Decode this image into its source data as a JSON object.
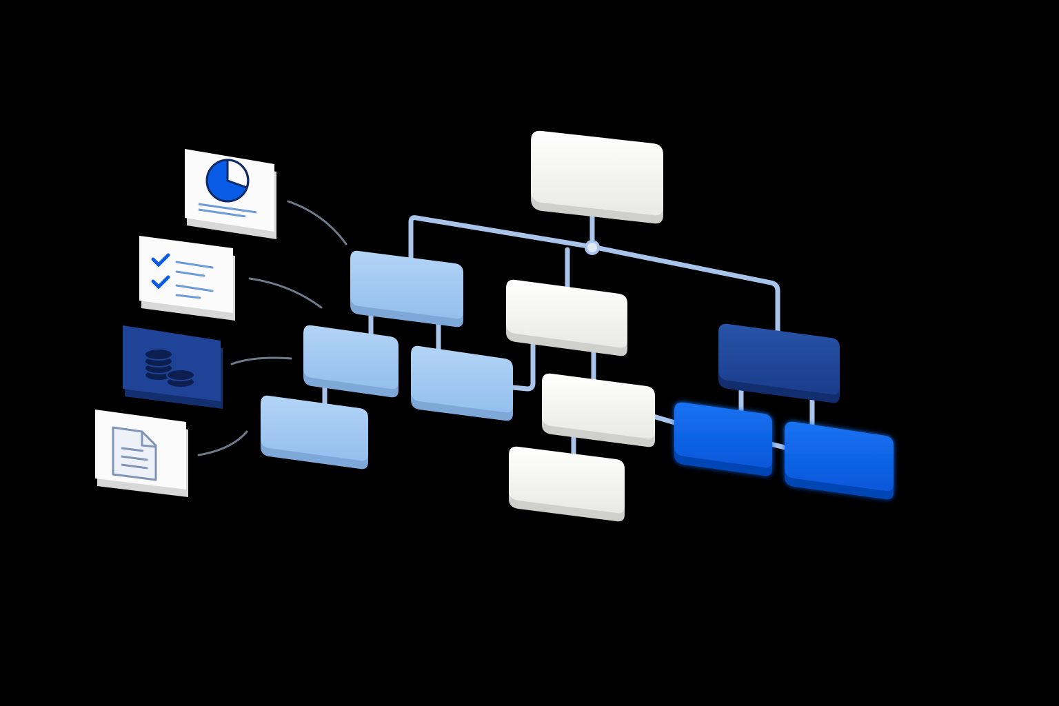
{
  "colors": {
    "background": "#000000",
    "connector": "#a9c4ea",
    "side_link": "#6f7b8c",
    "node_white": "#f4f4f2",
    "node_light_blue": "#a3c9f2",
    "node_dark_blue": "#21479b",
    "node_bright_blue": "#0b63ea",
    "icon_blue": "#0a5ce6",
    "icon_dark": "#0f2a66",
    "card_white": "#fbfbfb",
    "card_dark": "#1f4497"
  },
  "side_cards": [
    {
      "id": "chart",
      "icon": "pie-chart-icon",
      "variant": "white"
    },
    {
      "id": "checklist",
      "icon": "checklist-icon",
      "variant": "white"
    },
    {
      "id": "coins",
      "icon": "coins-icon",
      "variant": "dark"
    },
    {
      "id": "document",
      "icon": "document-icon",
      "variant": "white"
    }
  ],
  "nodes": [
    {
      "id": "root",
      "variant": "white"
    },
    {
      "id": "left-branch",
      "variant": "light_blue"
    },
    {
      "id": "left-child-a",
      "variant": "light_blue"
    },
    {
      "id": "left-child-b",
      "variant": "light_blue"
    },
    {
      "id": "left-grandchild",
      "variant": "light_blue"
    },
    {
      "id": "center-branch",
      "variant": "white"
    },
    {
      "id": "center-child",
      "variant": "white"
    },
    {
      "id": "center-grandchild",
      "variant": "white"
    },
    {
      "id": "right-branch",
      "variant": "dark_blue"
    },
    {
      "id": "right-child-a",
      "variant": "bright_blue"
    },
    {
      "id": "right-child-b",
      "variant": "bright_blue"
    }
  ]
}
